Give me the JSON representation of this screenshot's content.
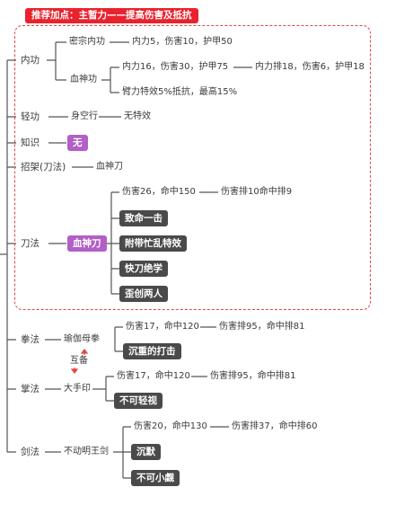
{
  "banner": "推荐加点：主暂力——提高伤害及抵抗",
  "neigong": {
    "label": "内功",
    "mizong": {
      "label": "密宗内功",
      "effect": "内力5，伤害10，护甲50"
    },
    "xueshen": {
      "label": "血神功",
      "effect": "内力16，伤害30，护甲75",
      "rank": "内力排18，伤害6，护甲18",
      "special": "臂力特效5%抵抗，最高15%"
    }
  },
  "qinggong": {
    "label": "轻功",
    "skill": "身空行",
    "effect": "无特效"
  },
  "zhishi": {
    "label": "知识",
    "value": "无"
  },
  "zhaojia": {
    "label": "招架(刀法)",
    "skill": "血神刀"
  },
  "daofa": {
    "label": "刀法",
    "skill": "血神刀",
    "effect": "伤害26，命中150",
    "rank": "伤害排10命中排9",
    "traits": [
      "致命一击",
      "附带忙乱特效",
      "快刀绝学",
      "歪创两人"
    ]
  },
  "quanfa": {
    "label": "拳法",
    "skill": "瑜伽母拳",
    "effect": "伤害17，命中120",
    "rank": "伤害排95，命中排81",
    "trait": "沉重的打击",
    "note": "互备"
  },
  "zhangfa": {
    "label": "掌法",
    "skill": "大手印",
    "effect": "伤害17，命中120",
    "rank": "伤害排95，命中排81",
    "trait": "不可轻视"
  },
  "jianfa": {
    "label": "剑法",
    "skill": "不动明王剑",
    "effect": "伤害20，命中130",
    "rank": "伤害排37，命中排60",
    "traits": [
      "沉默",
      "不可小觑"
    ]
  },
  "colors": {
    "accent": "#e8232d",
    "line": "#555555",
    "purple": "#b25fc6",
    "trait": "#4a4a4a"
  }
}
